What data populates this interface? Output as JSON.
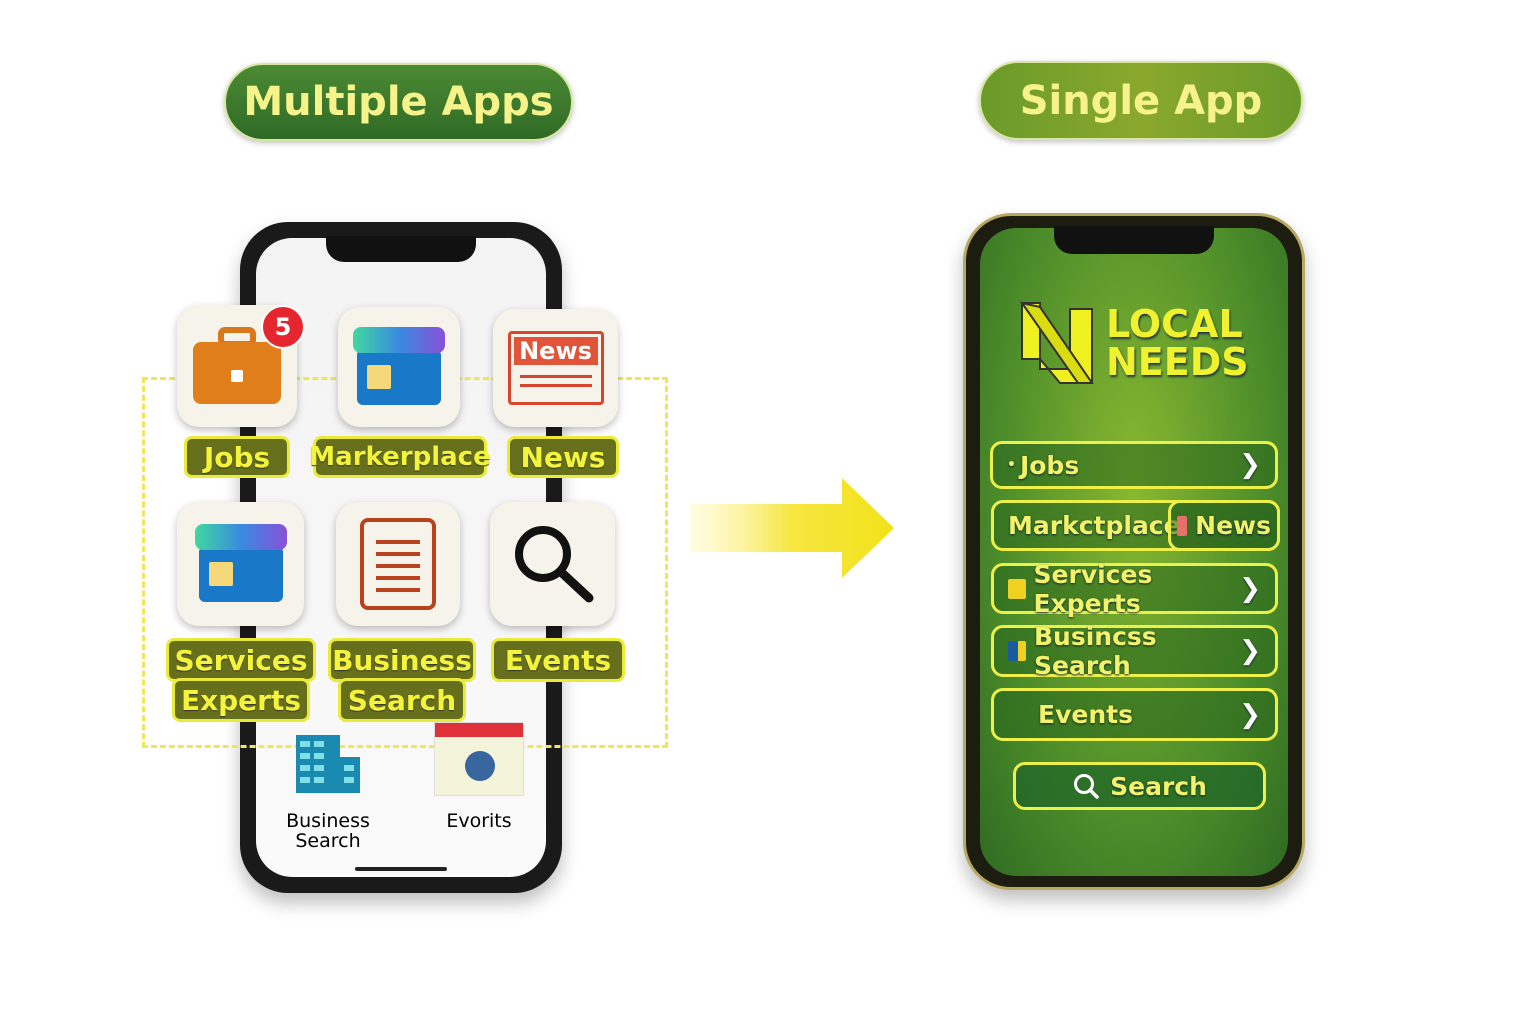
{
  "titles": {
    "left": "Multiple Apps",
    "right": "Single App"
  },
  "left_phone": {
    "apps": [
      {
        "label": "Jobs",
        "icon": "briefcase-icon",
        "badge": "5"
      },
      {
        "label": "Markerplace",
        "icon": "storefront-icon"
      },
      {
        "label": "News",
        "icon": "newspaper-icon",
        "icon_text": "News"
      },
      {
        "label_lines": [
          "Services",
          "Experts"
        ],
        "icon": "storefront-icon"
      },
      {
        "label_lines": [
          "Business",
          "Search"
        ],
        "icon": "document-icon"
      },
      {
        "label": "Events",
        "icon": "magnifier-icon"
      }
    ],
    "dock": [
      {
        "label_lines": [
          "Business",
          "Search"
        ],
        "icon": "building-icon"
      },
      {
        "label": "Evorits",
        "icon": "calendar-icon"
      }
    ]
  },
  "right_phone": {
    "logo": {
      "line1": "LOCAL",
      "line2": "NEEDS"
    },
    "menu": [
      {
        "label": "Jobs"
      },
      {
        "label": "Markctplace",
        "secondary": "News"
      },
      {
        "label": "Services Experts"
      },
      {
        "label": "Busincss Search"
      },
      {
        "label": "Events"
      }
    ],
    "search_label": "Search"
  },
  "colors": {
    "accent_yellow": "#eef04a",
    "green": "#3f7d23"
  }
}
